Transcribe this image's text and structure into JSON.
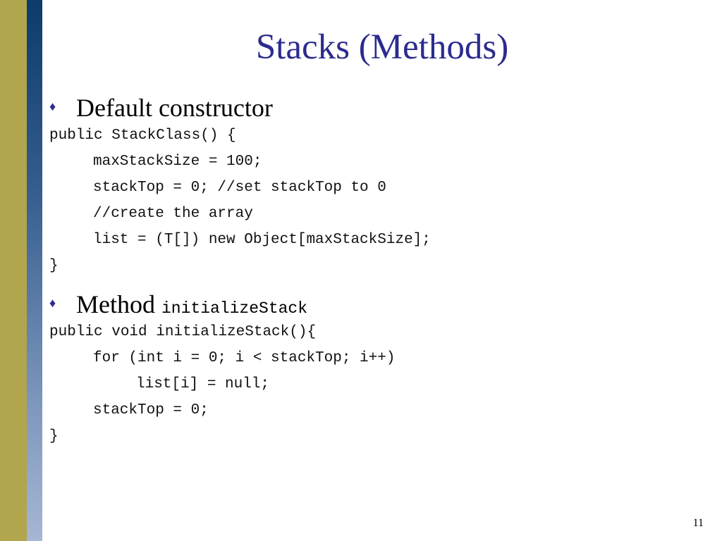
{
  "slide": {
    "title": "Stacks (Methods)",
    "number": "11"
  },
  "bullets": [
    {
      "marker": "♦",
      "text": "Default constructor",
      "code_term": "",
      "code": [
        "public StackClass() {",
        "maxStackSize = 100;",
        "stackTop = 0; //set stackTop to 0",
        "//create the array",
        "list = (T[]) new Object[maxStackSize];",
        "}"
      ]
    },
    {
      "marker": "♦",
      "text": "Method",
      "code_term": "initializeStack",
      "code": [
        "public void initializeStack(){",
        "for (int i = 0; i < stackTop; i++)",
        "list[i] = null;",
        "stackTop = 0;",
        "}"
      ]
    }
  ],
  "colors": {
    "title": "#2b2b8f",
    "bar_olive": "#b1a54d",
    "bar_blue_top": "#0c3b6c",
    "bar_blue_bottom": "#a6b6d3"
  }
}
